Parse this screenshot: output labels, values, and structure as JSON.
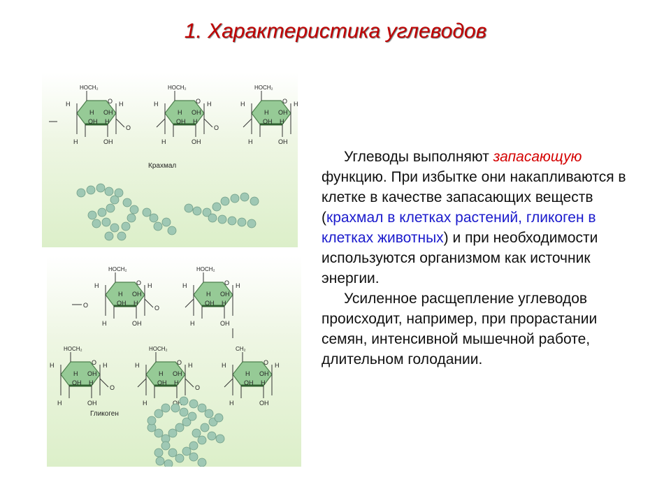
{
  "title": "1. Характеристика углеводов",
  "starch_panel": {
    "label": "Крахмал",
    "unit_labels": {
      "hoch2": "HOCH₂",
      "h": "H",
      "oh": "OH",
      "o": "O"
    }
  },
  "glycogen_panel": {
    "label": "Гликоген",
    "unit_labels": {
      "hoch2": "HOCH₂",
      "ch2": "CH₂",
      "h": "H",
      "oh": "OH",
      "o": "O"
    }
  },
  "text": {
    "p1_a": "Углеводы выполняют ",
    "p1_highlight": "запасающую",
    "p1_b": " функцию. При избытке они накапливаются в клетке в качестве запасающих веществ (",
    "p1_blue": "крахмал в клетках растений, гликоген в клетках животных",
    "p1_c": ") и при необходимости используются организмом как источник энергии.",
    "p2": "Усиленное расщепление углеводов происходит, например, при прорастании семян, интенсивной мышечной работе, длительном голодании."
  },
  "colors": {
    "title": "#c00000",
    "highlight": "#d40000",
    "link_blue": "#1a1acc",
    "ring_fill": "#96ca96",
    "bead": "#9fc8b4"
  }
}
